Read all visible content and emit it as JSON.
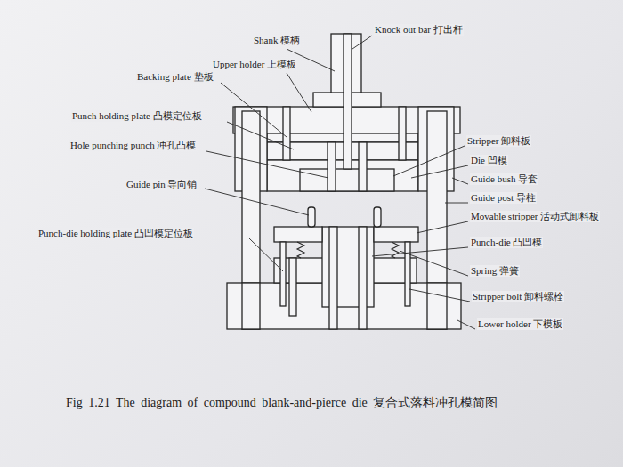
{
  "diagram": {
    "caption": "Fig 1.21 The diagram of compound blank-and-pierce die 复合式落料冲孔模简图",
    "labels": [
      "Knock out bar 打出杆",
      "Shank 模柄",
      "Upper holder 上模板",
      "Backing plate 垫板",
      "Punch holding plate 凸模定位板",
      "Hole punching punch 冲孔凸模",
      "Guide pin 导向销",
      "Punch-die holding plate 凸凹模定位板",
      "Stripper 卸料板",
      "Die 凹模",
      "Guide bush 导套",
      "Guide post 导柱",
      "Movable stripper 活动式卸料板",
      "Punch-die 凸凹模",
      "Spring 弹簧",
      "Stripper bolt 卸料螺栓",
      "Lower holder 下模板"
    ]
  }
}
